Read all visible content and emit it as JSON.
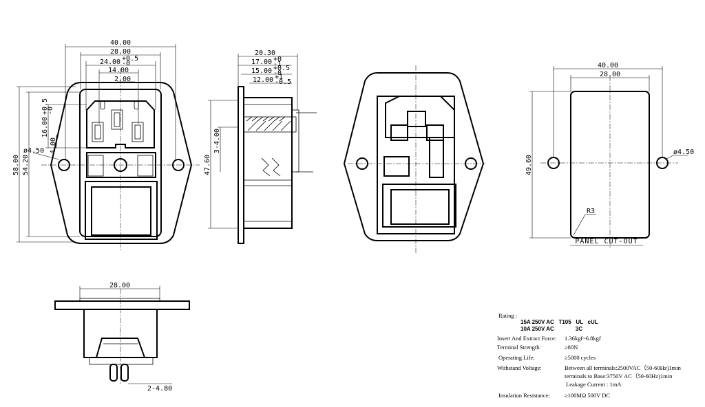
{
  "front_view": {
    "dims": {
      "w40": "40.00",
      "w28": "28.00",
      "w24": "24.00",
      "w24_tol_upper": "+0.5",
      "w24_tol_lower": "-0",
      "w14": "14.00",
      "w2": "2.00",
      "h58": "58.00",
      "h54": "54.20",
      "h16": "16.00",
      "h16_tol_upper": "+0.5",
      "h16_tol_lower": "-0",
      "h4": "4.00",
      "hole": "ø4.50"
    }
  },
  "side_view": {
    "dims": {
      "d20": "20.30",
      "d17": "17.00",
      "d17_tol_upper": "+0",
      "d17_tol_lower": "-1",
      "d15": "15.00",
      "d15_tol_upper": "+0.5",
      "d15_tol_lower": "-0",
      "d12": "12.00",
      "d12_tol_upper": "+1",
      "d12_tol_lower": "-0.5",
      "h47": "47.60",
      "h3": "3-4.00"
    }
  },
  "panel_cutout": {
    "title": "PANEL CUT-OUT",
    "dims": {
      "w40": "40.00",
      "w28": "28.00",
      "h49": "49.60",
      "radius": "R3",
      "hole": "ø4.50"
    }
  },
  "bottom_view": {
    "dims": {
      "w28": "28.00",
      "pin": "2-4.80"
    }
  },
  "specs": {
    "rating_label": "Rating :",
    "rating_line1": "15A 250V AC   T105   UL   cUL",
    "rating_line2": "10A 250V AC              3C",
    "rows": [
      {
        "label": "Insert And Extract Force:",
        "value": "1.36kgf~6.8kgf"
      },
      {
        "label": "Terminal  Strength:",
        "value": "≥80N"
      },
      {
        "label": "Operating Life:",
        "value": "≥5000  cycles"
      },
      {
        "label": "Withstand Voltage:",
        "value": "Between all terminals:2500VAC（50-60Hz)1min"
      },
      {
        "label": "",
        "value": "terminals to Base:3750V AC（50-60Hz)1min"
      },
      {
        "label": "",
        "value": "Leakage Current : 1mA"
      },
      {
        "label": "Insulation Resistance:",
        "value": "≥100MΩ  500V DC"
      }
    ]
  }
}
